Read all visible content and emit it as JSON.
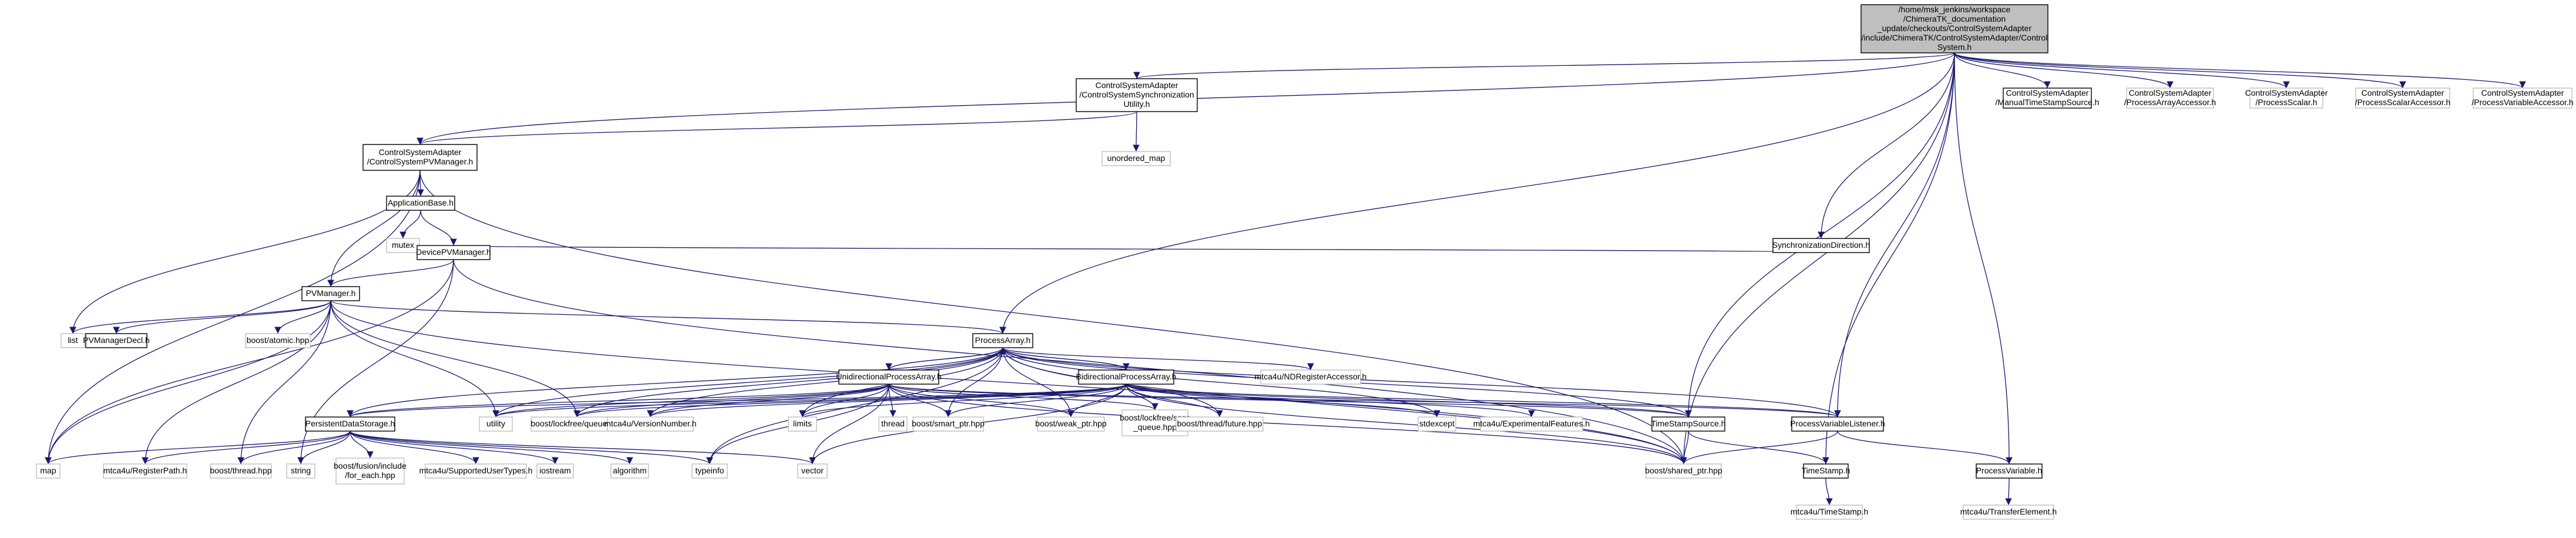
{
  "nodes": [
    {
      "id": "root",
      "lines": [
        "/home/msk_jenkins/workspace",
        "/ChimeraTK_documentation",
        "_update/checkouts/ControlSystemAdapter",
        "/include/ChimeraTK/ControlSystemAdapter/Control",
        "System.h"
      ],
      "style": "root"
    },
    {
      "id": "sync",
      "lines": [
        "ControlSystemAdapter",
        "/ControlSystemSynchronization",
        "Utility.h"
      ],
      "style": "normal"
    },
    {
      "id": "manualts",
      "lines": [
        "ControlSystemAdapter",
        "/ManualTimeStampSource.h"
      ],
      "style": "normal"
    },
    {
      "id": "paacc",
      "lines": [
        "ControlSystemAdapter",
        "/ProcessArrayAccessor.h"
      ],
      "style": "gray"
    },
    {
      "id": "pscalar",
      "lines": [
        "ControlSystemAdapter",
        "/ProcessScalar.h"
      ],
      "style": "gray"
    },
    {
      "id": "psacc",
      "lines": [
        "ControlSystemAdapter",
        "/ProcessScalarAccessor.h"
      ],
      "style": "gray"
    },
    {
      "id": "pvacc",
      "lines": [
        "ControlSystemAdapter",
        "/ProcessVariableAccessor.h"
      ],
      "style": "gray"
    },
    {
      "id": "cspvm",
      "lines": [
        "ControlSystemAdapter",
        "/ControlSystemPVManager.h"
      ],
      "style": "normal"
    },
    {
      "id": "umap",
      "lines": [
        "unordered_map"
      ],
      "style": "gray"
    },
    {
      "id": "appbase",
      "lines": [
        "ApplicationBase.h"
      ],
      "style": "normal"
    },
    {
      "id": "mutex",
      "lines": [
        "mutex"
      ],
      "style": "gray"
    },
    {
      "id": "dpvm",
      "lines": [
        "DevicePVManager.h"
      ],
      "style": "normal"
    },
    {
      "id": "syncdir",
      "lines": [
        "SynchronizationDirection.h"
      ],
      "style": "normal"
    },
    {
      "id": "pvm",
      "lines": [
        "PVManager.h"
      ],
      "style": "normal"
    },
    {
      "id": "list",
      "lines": [
        "list"
      ],
      "style": "gray"
    },
    {
      "id": "pvmdecl",
      "lines": [
        "PVManagerDecl.h"
      ],
      "style": "normal"
    },
    {
      "id": "atomic",
      "lines": [
        "boost/atomic.hpp"
      ],
      "style": "gray"
    },
    {
      "id": "parray",
      "lines": [
        "ProcessArray.h"
      ],
      "style": "normal"
    },
    {
      "id": "ndreg",
      "lines": [
        "mtca4u/NDRegisterAccessor.h"
      ],
      "style": "gray"
    },
    {
      "id": "upa",
      "lines": [
        "UnidirectionalProcessArray.h"
      ],
      "style": "normal"
    },
    {
      "id": "bpa",
      "lines": [
        "BidirectionalProcessArray.h"
      ],
      "style": "normal"
    },
    {
      "id": "pds",
      "lines": [
        "PersistentDataStorage.h"
      ],
      "style": "normal"
    },
    {
      "id": "utility",
      "lines": [
        "utility"
      ],
      "style": "gray"
    },
    {
      "id": "lfq",
      "lines": [
        "boost/lockfree/queue.hpp"
      ],
      "style": "gray"
    },
    {
      "id": "vernum",
      "lines": [
        "mtca4u/VersionNumber.h"
      ],
      "style": "gray"
    },
    {
      "id": "limits",
      "lines": [
        "limits"
      ],
      "style": "gray"
    },
    {
      "id": "thread",
      "lines": [
        "thread"
      ],
      "style": "gray"
    },
    {
      "id": "smartptr",
      "lines": [
        "boost/smart_ptr.hpp"
      ],
      "style": "gray"
    },
    {
      "id": "weakptr",
      "lines": [
        "boost/weak_ptr.hpp"
      ],
      "style": "gray"
    },
    {
      "id": "spsc",
      "lines": [
        "boost/lockfree/spsc",
        "_queue.hpp"
      ],
      "style": "gray"
    },
    {
      "id": "tfuture",
      "lines": [
        "boost/thread/future.hpp"
      ],
      "style": "gray"
    },
    {
      "id": "stdexcept",
      "lines": [
        "stdexcept"
      ],
      "style": "gray"
    },
    {
      "id": "expfeat",
      "lines": [
        "mtca4u/ExperimentalFeatures.h"
      ],
      "style": "gray"
    },
    {
      "id": "tss",
      "lines": [
        "TimeStampSource.h"
      ],
      "style": "normal"
    },
    {
      "id": "pvl",
      "lines": [
        "ProcessVariableListener.h"
      ],
      "style": "normal"
    },
    {
      "id": "map",
      "lines": [
        "map"
      ],
      "style": "gray"
    },
    {
      "id": "regpath",
      "lines": [
        "mtca4u/RegisterPath.h"
      ],
      "style": "gray"
    },
    {
      "id": "bthread",
      "lines": [
        "boost/thread.hpp"
      ],
      "style": "gray"
    },
    {
      "id": "string",
      "lines": [
        "string"
      ],
      "style": "gray"
    },
    {
      "id": "fusion",
      "lines": [
        "boost/fusion/include",
        "/for_each.hpp"
      ],
      "style": "gray"
    },
    {
      "id": "supported",
      "lines": [
        "mtca4u/SupportedUserTypes.h"
      ],
      "style": "gray"
    },
    {
      "id": "iostream",
      "lines": [
        "iostream"
      ],
      "style": "gray"
    },
    {
      "id": "algorithm",
      "lines": [
        "algorithm"
      ],
      "style": "gray"
    },
    {
      "id": "typeinfo",
      "lines": [
        "typeinfo"
      ],
      "style": "gray"
    },
    {
      "id": "vector",
      "lines": [
        "vector"
      ],
      "style": "gray"
    },
    {
      "id": "sharedptr",
      "lines": [
        "boost/shared_ptr.hpp"
      ],
      "style": "gray"
    },
    {
      "id": "timestamp",
      "lines": [
        "TimeStamp.h"
      ],
      "style": "normal"
    },
    {
      "id": "pvar",
      "lines": [
        "ProcessVariable.h"
      ],
      "style": "normal"
    },
    {
      "id": "mtcats",
      "lines": [
        "mtca4u/TimeStamp.h"
      ],
      "style": "gray"
    },
    {
      "id": "transfer",
      "lines": [
        "mtca4u/TransferElement.h"
      ],
      "style": "gray"
    }
  ],
  "edges": [
    [
      "root",
      "sync"
    ],
    [
      "root",
      "cspvm"
    ],
    [
      "root",
      "manualts"
    ],
    [
      "root",
      "paacc"
    ],
    [
      "root",
      "pscalar"
    ],
    [
      "root",
      "psacc"
    ],
    [
      "root",
      "pvacc"
    ],
    [
      "root",
      "syncdir"
    ],
    [
      "root",
      "parray"
    ],
    [
      "root",
      "tss"
    ],
    [
      "root",
      "pvl"
    ],
    [
      "root",
      "timestamp"
    ],
    [
      "root",
      "pvar"
    ],
    [
      "root",
      "sharedptr"
    ],
    [
      "sync",
      "cspvm"
    ],
    [
      "sync",
      "umap"
    ],
    [
      "cspvm",
      "appbase"
    ],
    [
      "cspvm",
      "pvm"
    ],
    [
      "cspvm",
      "list"
    ],
    [
      "cspvm",
      "map"
    ],
    [
      "cspvm",
      "sharedptr"
    ],
    [
      "appbase",
      "mutex"
    ],
    [
      "appbase",
      "dpvm"
    ],
    [
      "dpvm",
      "pvm"
    ],
    [
      "dpvm",
      "syncdir"
    ],
    [
      "dpvm",
      "map"
    ],
    [
      "dpvm",
      "string"
    ],
    [
      "dpvm",
      "sharedptr"
    ],
    [
      "pvm",
      "list"
    ],
    [
      "pvm",
      "pvmdecl"
    ],
    [
      "pvm",
      "atomic"
    ],
    [
      "pvm",
      "parray"
    ],
    [
      "pvm",
      "map"
    ],
    [
      "pvm",
      "utility"
    ],
    [
      "pvm",
      "lfq"
    ],
    [
      "pvm",
      "regpath"
    ],
    [
      "pvm",
      "bthread"
    ],
    [
      "pvm",
      "sharedptr"
    ],
    [
      "parray",
      "ndreg"
    ],
    [
      "parray",
      "upa"
    ],
    [
      "parray",
      "bpa"
    ],
    [
      "parray",
      "pds"
    ],
    [
      "parray",
      "utility"
    ],
    [
      "parray",
      "lfq"
    ],
    [
      "parray",
      "vernum"
    ],
    [
      "parray",
      "limits"
    ],
    [
      "parray",
      "smartptr"
    ],
    [
      "parray",
      "weakptr"
    ],
    [
      "parray",
      "tfuture"
    ],
    [
      "parray",
      "stdexcept"
    ],
    [
      "parray",
      "tss"
    ],
    [
      "parray",
      "pvl"
    ],
    [
      "parray",
      "typeinfo"
    ],
    [
      "parray",
      "sharedptr"
    ],
    [
      "upa",
      "parray"
    ],
    [
      "upa",
      "pds"
    ],
    [
      "upa",
      "utility"
    ],
    [
      "upa",
      "lfq"
    ],
    [
      "upa",
      "vernum"
    ],
    [
      "upa",
      "limits"
    ],
    [
      "upa",
      "thread"
    ],
    [
      "upa",
      "smartptr"
    ],
    [
      "upa",
      "weakptr"
    ],
    [
      "upa",
      "spsc"
    ],
    [
      "upa",
      "tss"
    ],
    [
      "upa",
      "pvl"
    ],
    [
      "upa",
      "typeinfo"
    ],
    [
      "upa",
      "vector"
    ],
    [
      "upa",
      "sharedptr"
    ],
    [
      "bpa",
      "parray"
    ],
    [
      "bpa",
      "pds"
    ],
    [
      "bpa",
      "utility"
    ],
    [
      "bpa",
      "lfq"
    ],
    [
      "bpa",
      "vernum"
    ],
    [
      "bpa",
      "limits"
    ],
    [
      "bpa",
      "smartptr"
    ],
    [
      "bpa",
      "weakptr"
    ],
    [
      "bpa",
      "spsc"
    ],
    [
      "bpa",
      "tfuture"
    ],
    [
      "bpa",
      "stdexcept"
    ],
    [
      "bpa",
      "expfeat"
    ],
    [
      "bpa",
      "tss"
    ],
    [
      "bpa",
      "pvl"
    ],
    [
      "bpa",
      "vector"
    ],
    [
      "bpa",
      "sharedptr"
    ],
    [
      "pds",
      "map"
    ],
    [
      "pds",
      "regpath"
    ],
    [
      "pds",
      "bthread"
    ],
    [
      "pds",
      "string"
    ],
    [
      "pds",
      "fusion"
    ],
    [
      "pds",
      "supported"
    ],
    [
      "pds",
      "iostream"
    ],
    [
      "pds",
      "algorithm"
    ],
    [
      "pds",
      "typeinfo"
    ],
    [
      "pds",
      "vector"
    ],
    [
      "tss",
      "timestamp"
    ],
    [
      "tss",
      "sharedptr"
    ],
    [
      "pvl",
      "sharedptr"
    ],
    [
      "pvl",
      "pvar"
    ],
    [
      "timestamp",
      "mtcats"
    ],
    [
      "pvar",
      "transfer"
    ]
  ]
}
